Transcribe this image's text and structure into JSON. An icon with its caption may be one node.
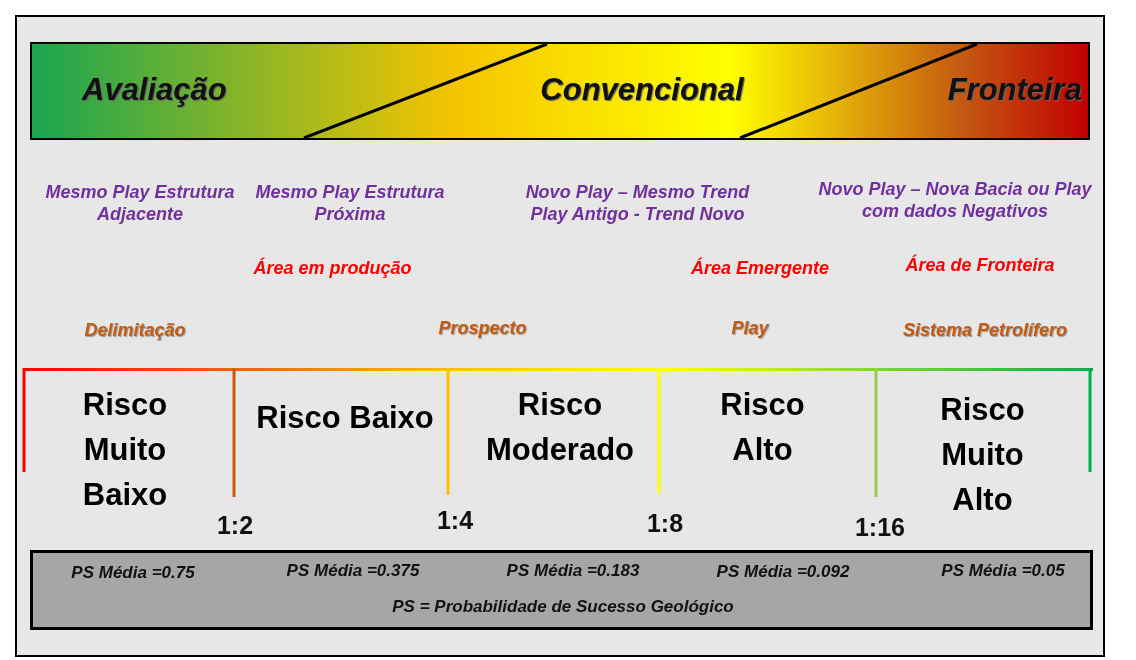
{
  "diagram": {
    "nodes": [
      {
        "text": [
          "Avaliação",
          "Convencional",
          "Fronteira"
        ]
      },
      {
        "text": [
          "PS Média =0.75",
          "PS Média =0.375",
          "PS Média =0.183",
          "PS Média =0.092",
          "PS Média =0.05",
          "PS  = Probabilidade de Sucesso Geológico"
        ]
      }
    ],
    "edges": [],
    "labels": [
      "Mesmo Play Estrutura Adjacente",
      "Mesmo Play Estrutura Próxima",
      "Novo Play – Mesmo Trend Play Antigo - Trend Novo",
      "Novo Play – Nova Bacia ou Play com dados Negativos",
      "Área em produção",
      "Área Emergente",
      "Área de Fronteira",
      "Delimitação",
      "Prospecto",
      "Play",
      "Sistema Petrolífero",
      "Risco Muito Baixo",
      "Risco Baixo",
      "Risco Moderado",
      "Risco Alto",
      "Risco Muito Alto",
      "1:2",
      "1:4",
      "1:8",
      "1:16"
    ]
  }
}
